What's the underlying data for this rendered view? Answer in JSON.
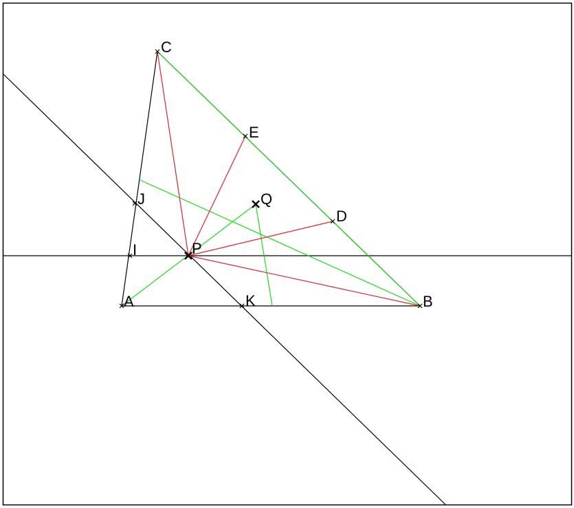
{
  "colors": {
    "background": "#ffffff",
    "black_line": "#000000",
    "red_line": "#e8202a",
    "green_line": "#19e019"
  },
  "points": {
    "A": {
      "label": "A"
    },
    "B": {
      "label": "B"
    },
    "C": {
      "label": "C"
    },
    "D": {
      "label": "D"
    },
    "E": {
      "label": "E"
    },
    "P": {
      "label": "P"
    },
    "Q": {
      "label": "Q"
    },
    "I": {
      "label": "I"
    },
    "J": {
      "label": "J"
    },
    "K": {
      "label": "K"
    }
  }
}
